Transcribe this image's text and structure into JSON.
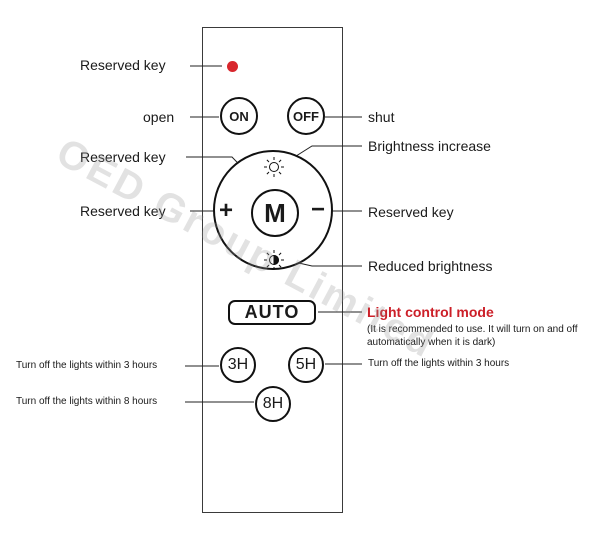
{
  "buttons": {
    "on": "ON",
    "off": "OFF",
    "m": "M",
    "plus": "+",
    "minus": "−",
    "auto": "AUTO",
    "t3": "3H",
    "t5": "5H",
    "t8": "8H"
  },
  "labels": {
    "reserved_top": "Reserved key",
    "open": "open",
    "shut": "shut",
    "reserved_m": "Reserved key",
    "reserved_plus": "Reserved key",
    "reserved_minus": "Reserved key",
    "brightness_increase": "Brightness increase",
    "reduced_brightness": "Reduced brightness",
    "auto_mode": "Light control mode",
    "auto_note": "(It is recommended to use. It will turn on and off automatically when it is dark)",
    "timer_3h": "Turn off the lights within 3 hours",
    "timer_5h": "Turn off the lights within 3 hours",
    "timer_8h": "Turn off the lights within 8 hours"
  },
  "watermark": "OED Group Limited",
  "colors": {
    "indicator": "#d8262c",
    "highlight_text": "#cc1f28"
  },
  "icons": {
    "indicator": "red-dot-icon",
    "bright_up": "sun-icon",
    "bright_down": "half-sun-icon"
  }
}
